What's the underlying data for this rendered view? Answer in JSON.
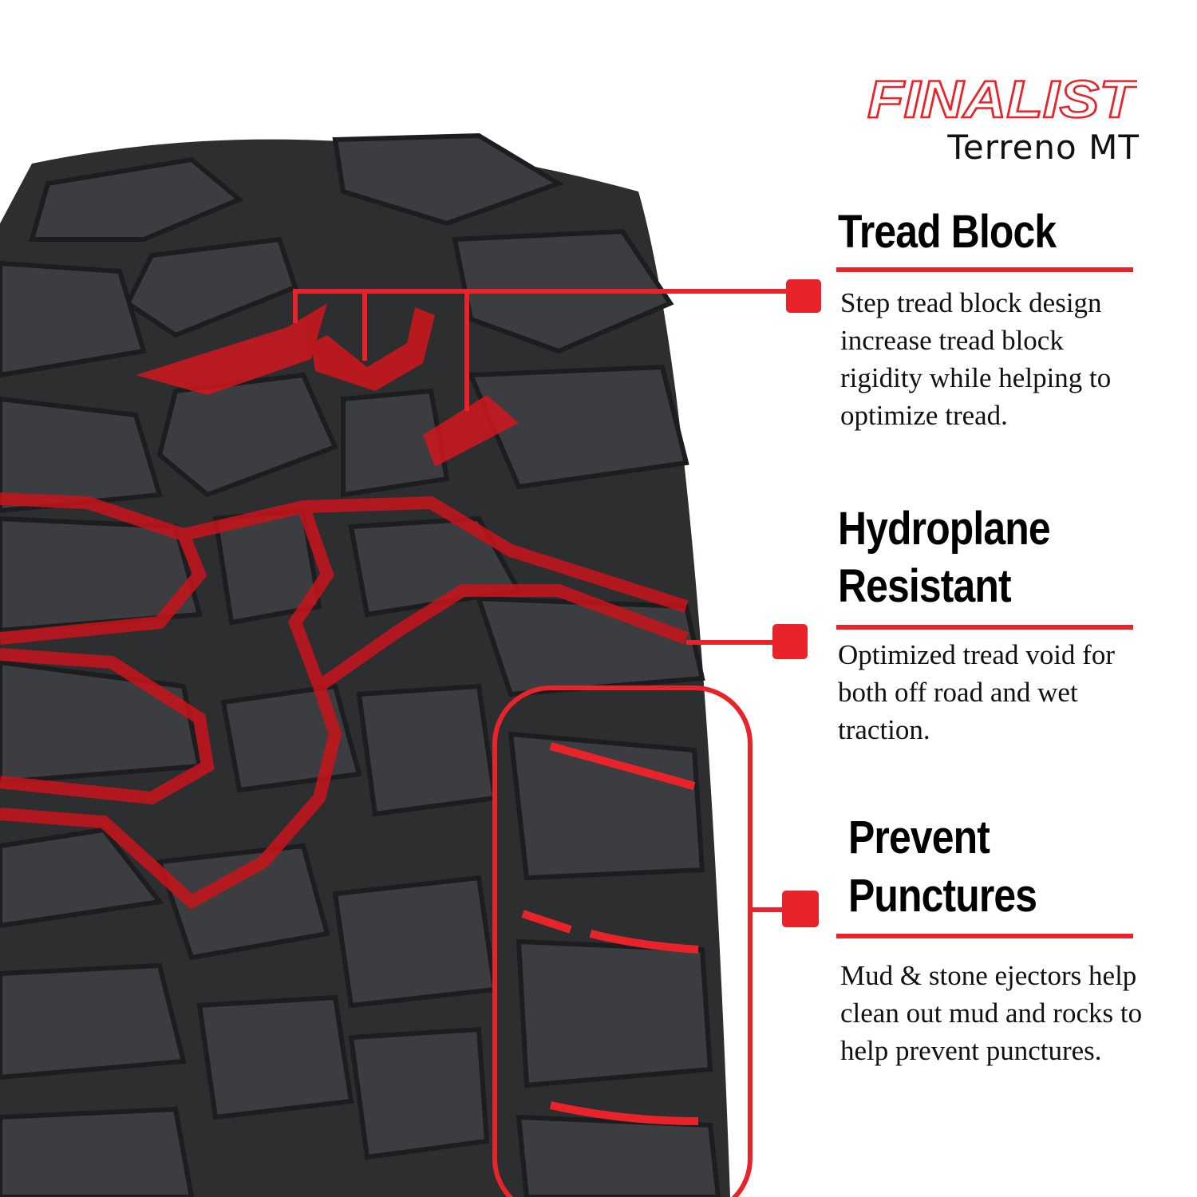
{
  "brand": {
    "logo_text": "FINALIST",
    "model": "Terreno MT"
  },
  "features": [
    {
      "title_lines": [
        "Tread Block"
      ],
      "description": "Step tread block design increase tread block rigidity while helping to optimize tread."
    },
    {
      "title_lines": [
        "Hydroplane",
        "Resistant"
      ],
      "description": "Optimized tread void for both off road and wet traction."
    },
    {
      "title_lines": [
        "Prevent",
        "Punctures"
      ],
      "description": "Mud & stone ejectors help clean out mud and rocks to help prevent punctures."
    }
  ],
  "colors": {
    "accent": "#e8242a",
    "tire": "#2c2e30",
    "tread_block": "#3b3d40"
  }
}
